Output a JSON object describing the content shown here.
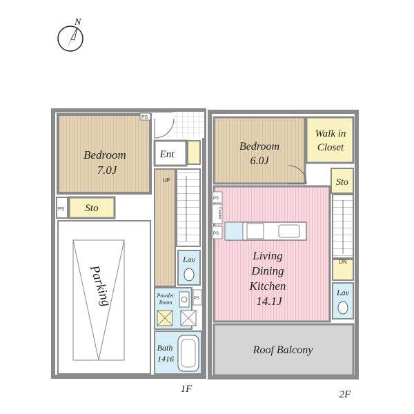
{
  "compass": {
    "north_label": "N"
  },
  "floor1": {
    "label": "1F",
    "rooms": {
      "bedroom": {
        "name": "Bedroom",
        "size": "7.0J"
      },
      "ent": "Ent",
      "storage": "Sto",
      "ps1": "PS",
      "ps2": "PS",
      "ps3": "PS",
      "parking": "Parking",
      "up": "UP",
      "lav": "Lav",
      "powder_room": {
        "line1": "Powder",
        "line2": "Room"
      },
      "bath": {
        "name": "Bath",
        "size": "1416"
      }
    }
  },
  "floor2": {
    "label": "2F",
    "rooms": {
      "bedroom": {
        "name": "Bedroom",
        "size": "6.0J"
      },
      "walkin": {
        "line1": "Walk in",
        "line2": "Closet"
      },
      "storage": "Sto",
      "ldk": {
        "line1": "Living",
        "line2": "Dining",
        "line3": "Kitchen",
        "size": "14.1J"
      },
      "ps1": "PS",
      "ps2": "PS",
      "counter": "Counter",
      "dn": "DN",
      "lav": "Lav",
      "roof_balcony": "Roof Balcony"
    }
  },
  "colors": {
    "wall": "#8a8a8a",
    "bedroom_floor": "#e3d3b4",
    "ldk_floor": "#f5d7dd",
    "storage": "#fbf4c2",
    "wet_area": "#d6eef7",
    "balcony": "#d5d5d5",
    "parking": "#ffffff"
  }
}
